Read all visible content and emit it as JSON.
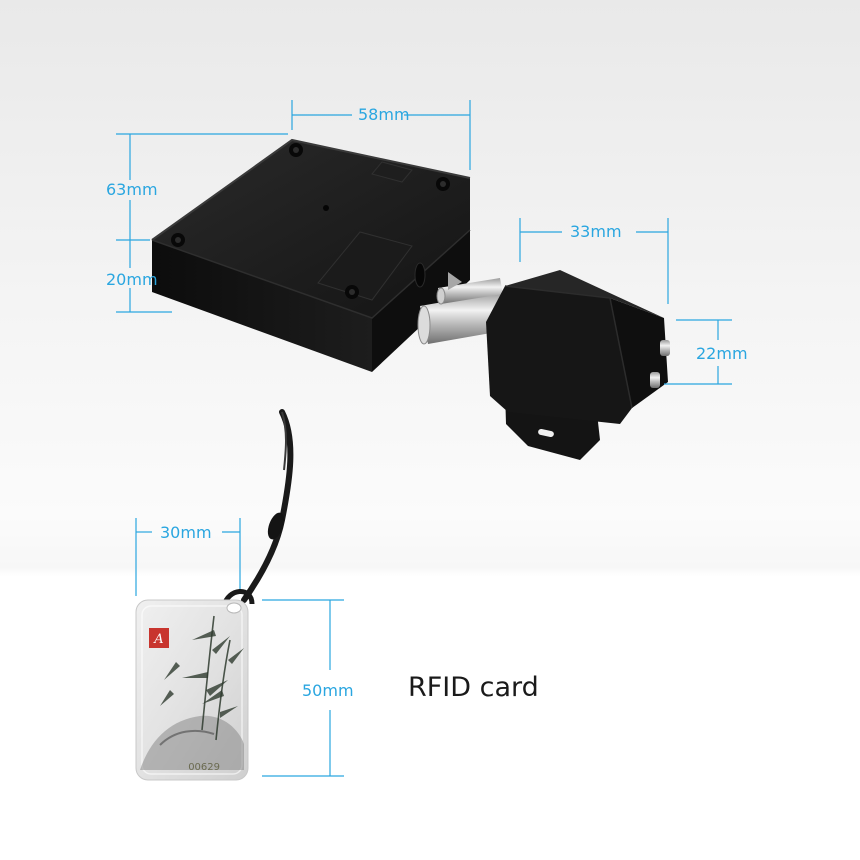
{
  "dimensions": {
    "lock_width": "58mm",
    "lock_depth": "63mm",
    "lock_height": "20mm",
    "bolt_length": "33mm",
    "bolt_height": "22mm",
    "card_width": "30mm",
    "card_height": "50mm"
  },
  "card": {
    "caption": "RFID card",
    "logo": "A",
    "serial": "00629"
  },
  "colors": {
    "dimension": "#2aa6e0",
    "body": "#111111",
    "caption": "#1a1a1a"
  }
}
